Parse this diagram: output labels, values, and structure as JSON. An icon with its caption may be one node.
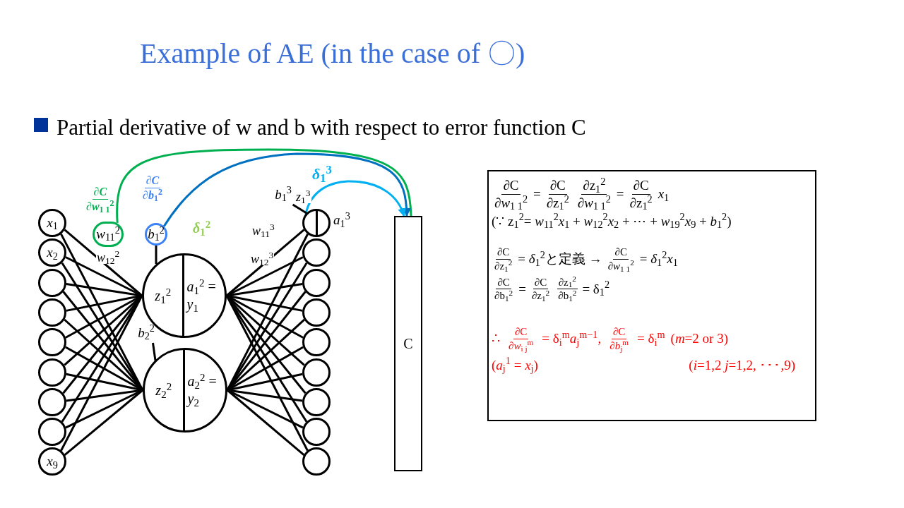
{
  "diagram": {
    "title": "Example of AE (in the case of 〇)",
    "nodes": [
      {
        "text": [
          "*x*$_{1}$"
        ]
      },
      {
        "text": [
          "*x*$_{2}$"
        ]
      },
      {
        "text": [],
        "shape": "circle"
      },
      {
        "text": [],
        "shape": "circle"
      },
      {
        "text": [],
        "shape": "circle"
      },
      {
        "text": [],
        "shape": "circle"
      },
      {
        "text": [],
        "shape": "circle"
      },
      {
        "text": [],
        "shape": "circle"
      },
      {
        "text": [
          "*x*$_{9}$"
        ]
      },
      {
        "text": [
          "*z*$_{1}$$^{2}$",
          "*a*$_{1}$$^{2}$ = *y*$_{1}$"
        ]
      },
      {
        "text": [
          "*z*$_{2}$$^{2}$",
          "*a*$_{2}$$^{2}$ = *y*$_{2}$"
        ]
      },
      {
        "text": [],
        "shape": "circle",
        "beside": [
          "*a*$_{1}$$^{3}$"
        ]
      },
      {
        "text": [],
        "shape": "circle"
      },
      {
        "text": [],
        "shape": "circle"
      },
      {
        "text": [],
        "shape": "circle"
      },
      {
        "text": [],
        "shape": "circle"
      },
      {
        "text": [],
        "shape": "circle"
      },
      {
        "text": [],
        "shape": "circle"
      },
      {
        "text": [],
        "shape": "circle"
      },
      {
        "text": [],
        "shape": "circle"
      },
      {
        "text": [
          "C"
        ]
      },
      {
        "text": [
          "*w*$_{11}$$^{2}$"
        ],
        "beside": [
          "∂*C*",
          "∂*w*$_{1 1}$$^{2}$"
        ]
      },
      {
        "text": [
          "*b*$_{1}$$^{2}$"
        ],
        "beside": [
          "∂*C*",
          "∂*b*$_{1}$$^{2}$"
        ]
      },
      {
        "text": [
          "∂C",
          "∂*w*$_{1 1}$$^{2}$",
          "=",
          "∂C",
          "∂z$_{1}$$^{2}$",
          "∂z$_{1}$$^{2}$",
          "∂*w*$_{1 1}$$^{2}$",
          "=",
          "∂C",
          "∂z$_{1}$$^{2}$",
          "*x*$_{1}$",
          "(∵ z$_{1}$$^{2}$= *w*$_{11}$$^{2}$*x*$_{1}$ + *w*$_{12}$$^{2}$*x*$_{2}$ + ⋯ + *w*$_{19}$$^{2}$*x*$_{9}$ + *b*$_{1}$$^{2}$)",
          "∂C",
          "∂z$_{1}$$^{2}$",
          "= *δ*$_{1}$$^{2}$と定義 →",
          "∂C",
          "∂*w*$_{1 1}$$^{2}$",
          "= *δ*$_{1}$$^{2}$*x*$_{1}$",
          "∂C",
          "∂b$_{1}$$^{2}$",
          "=",
          "∂C",
          "∂z$_{1}$$^{2}$",
          "∂z$_{1}$$^{2}$",
          "∂b$_{1}$$^{2}$",
          "= δ$_{1}$$^{2}$",
          "∴",
          "∂C",
          "∂*w*$_{i j}$$^{m}$",
          "= δ$_{i}$$^{m}$*a*$_{j}$$^{m−1}$,",
          "∂C",
          "∂*b*$_{j}$$^{m}$",
          "= δ$_{i}$$^{m}$",
          "(*m*=2 or 3)",
          "(*a*$_{j}$$^{1}$ = *x*$_{j}$)",
          "(*i*=1,2 *j*=1,2, ･･･,9)"
        ]
      },
      {
        "text": [
          "*b*$_{2}$$^{2}$"
        ]
      },
      {
        "text": [
          "*b*$_{1}$$^{3}$"
        ]
      }
    ],
    "edges": [
      {
        "from": 0,
        "to": 9,
        "arrow": "none"
      },
      {
        "from": 0,
        "to": 10,
        "arrow": "none"
      },
      {
        "from": 1,
        "to": 9,
        "arrow": "none"
      },
      {
        "from": 1,
        "to": 10,
        "arrow": "none"
      },
      {
        "from": 2,
        "to": 9,
        "arrow": "none"
      },
      {
        "from": 2,
        "to": 10,
        "arrow": "none"
      },
      {
        "from": 3,
        "to": 9,
        "arrow": "none"
      },
      {
        "from": 3,
        "to": 10,
        "arrow": "none"
      },
      {
        "from": 4,
        "to": 9,
        "arrow": "none"
      },
      {
        "from": 4,
        "to": 10,
        "arrow": "none"
      },
      {
        "from": 5,
        "to": 9,
        "arrow": "none"
      },
      {
        "from": 5,
        "to": 10,
        "arrow": "none"
      },
      {
        "from": 6,
        "to": 9,
        "arrow": "none"
      },
      {
        "from": 6,
        "to": 10,
        "arrow": "none"
      },
      {
        "from": 7,
        "to": 9,
        "arrow": "none"
      },
      {
        "from": 7,
        "to": 10,
        "arrow": "none"
      },
      {
        "from": 8,
        "to": 9,
        "arrow": "none"
      },
      {
        "from": 8,
        "to": 10,
        "arrow": "none"
      },
      {
        "from": 9,
        "to": 11,
        "arrow": "none"
      },
      {
        "from": 9,
        "to": 12,
        "arrow": "none"
      },
      {
        "from": 9,
        "to": 13,
        "arrow": "none"
      },
      {
        "from": 9,
        "to": 14,
        "arrow": "none"
      },
      {
        "from": 9,
        "to": 15,
        "arrow": "none"
      },
      {
        "from": 9,
        "to": 16,
        "arrow": "none"
      },
      {
        "from": 9,
        "to": 17,
        "arrow": "none"
      },
      {
        "from": 9,
        "to": 18,
        "arrow": "none"
      },
      {
        "from": 9,
        "to": 19,
        "arrow": "none"
      },
      {
        "from": 10,
        "to": 11,
        "arrow": "none"
      },
      {
        "from": 10,
        "to": 12,
        "arrow": "none"
      },
      {
        "from": 10,
        "to": 13,
        "arrow": "none"
      },
      {
        "from": 10,
        "to": 14,
        "arrow": "none"
      },
      {
        "from": 10,
        "to": 15,
        "arrow": "none"
      },
      {
        "from": 10,
        "to": 16,
        "arrow": "none"
      },
      {
        "from": 10,
        "to": 17,
        "arrow": "none"
      },
      {
        "from": 10,
        "to": 18,
        "arrow": "none"
      },
      {
        "from": 10,
        "to": 19,
        "arrow": "none"
      },
      {
        "from": 21,
        "to": 20,
        "arrow": "none",
        "color": "#00b050"
      },
      {
        "from": 22,
        "to": 20,
        "arrow": "to",
        "color": "#0070c0"
      },
      {
        "from": 11,
        "to": 20,
        "arrow": "to",
        "color": "#00b0f0",
        "label": "*δ*$_{1}$$^{3}$"
      },
      {
        "from": 22,
        "to": 9,
        "arrow": "none"
      },
      {
        "from": 24,
        "to": 10,
        "arrow": "none"
      },
      {
        "from": 25,
        "to": 11,
        "arrow": "none"
      }
    ],
    "labels": [
      "Partial derivative of w and b with respect to error function C",
      "*w*$_{12}$$^{2}$",
      "*δ*$_{1}$$^{2}$",
      "*z*$_{1}$$^{3}$",
      "*w*$_{11}$$^{3}$",
      "*w*$_{12}$$^{3}$"
    ]
  }
}
